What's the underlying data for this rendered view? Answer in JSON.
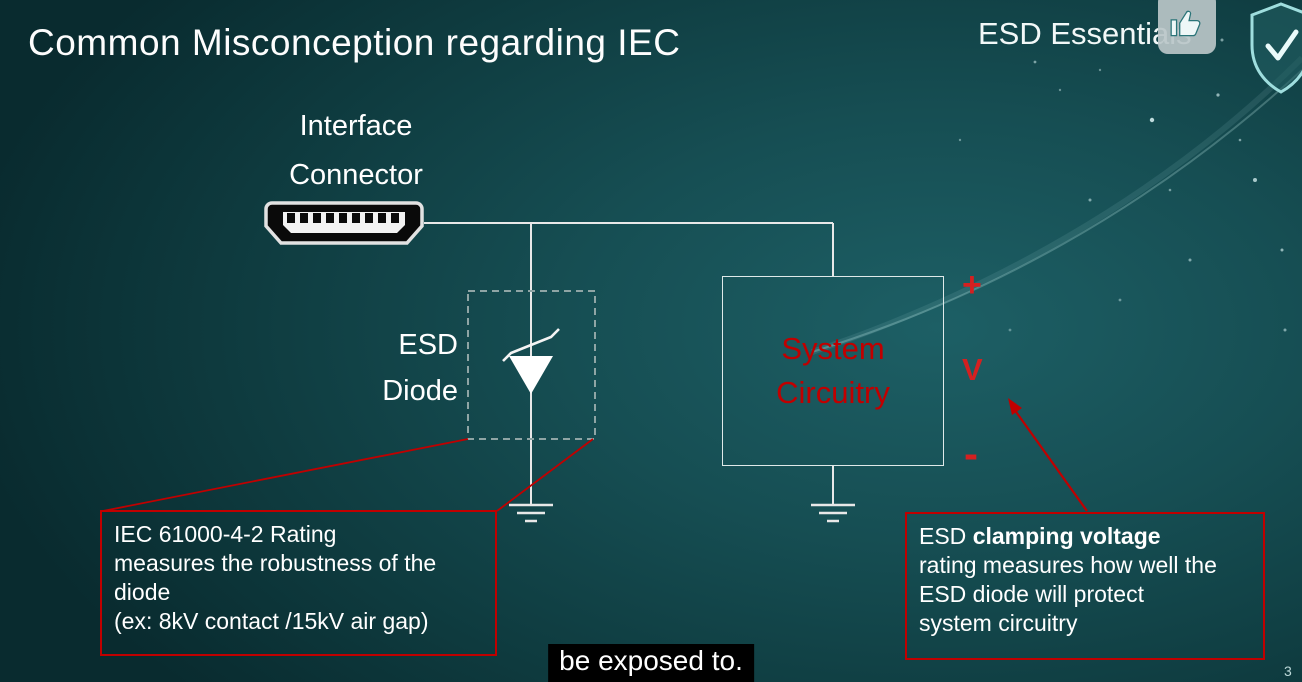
{
  "header": {
    "title": "Common Misconception regarding IEC",
    "brand": "ESD Essentials"
  },
  "diagram": {
    "connector_label": {
      "line1": "Interface",
      "line2": "Connector"
    },
    "esd_diode_label": {
      "line1": "ESD",
      "line2": "Diode"
    },
    "system_box": {
      "line1": "System",
      "line2": "Circuitry"
    },
    "polarity": {
      "plus": "+",
      "v": "V",
      "minus": "-"
    }
  },
  "callouts": {
    "iec_rating": {
      "line1": "IEC 61000-4-2 Rating",
      "line2": "measures the robustness of the",
      "line3": "diode",
      "line4": "(ex: 8kV contact /15kV air gap)"
    },
    "clamping": {
      "line1_prefix": "ESD ",
      "line1_bold": "clamping voltage",
      "line2": "rating measures how well the",
      "line3": "ESD diode will protect",
      "line4": "system circuitry"
    }
  },
  "caption": {
    "text": "be exposed to."
  },
  "footer": {
    "page_number": "3"
  },
  "icons": {
    "thumbs_up": "thumbs-up-icon",
    "shield": "shield-icon",
    "hdmi_connector": "hdmi-connector-icon"
  },
  "colors": {
    "accent_red": "#c00000",
    "bright_red": "#d42020",
    "background_dark": "#092b2f",
    "background_light": "#1d5f65",
    "wire_white": "#e8e8e8"
  }
}
